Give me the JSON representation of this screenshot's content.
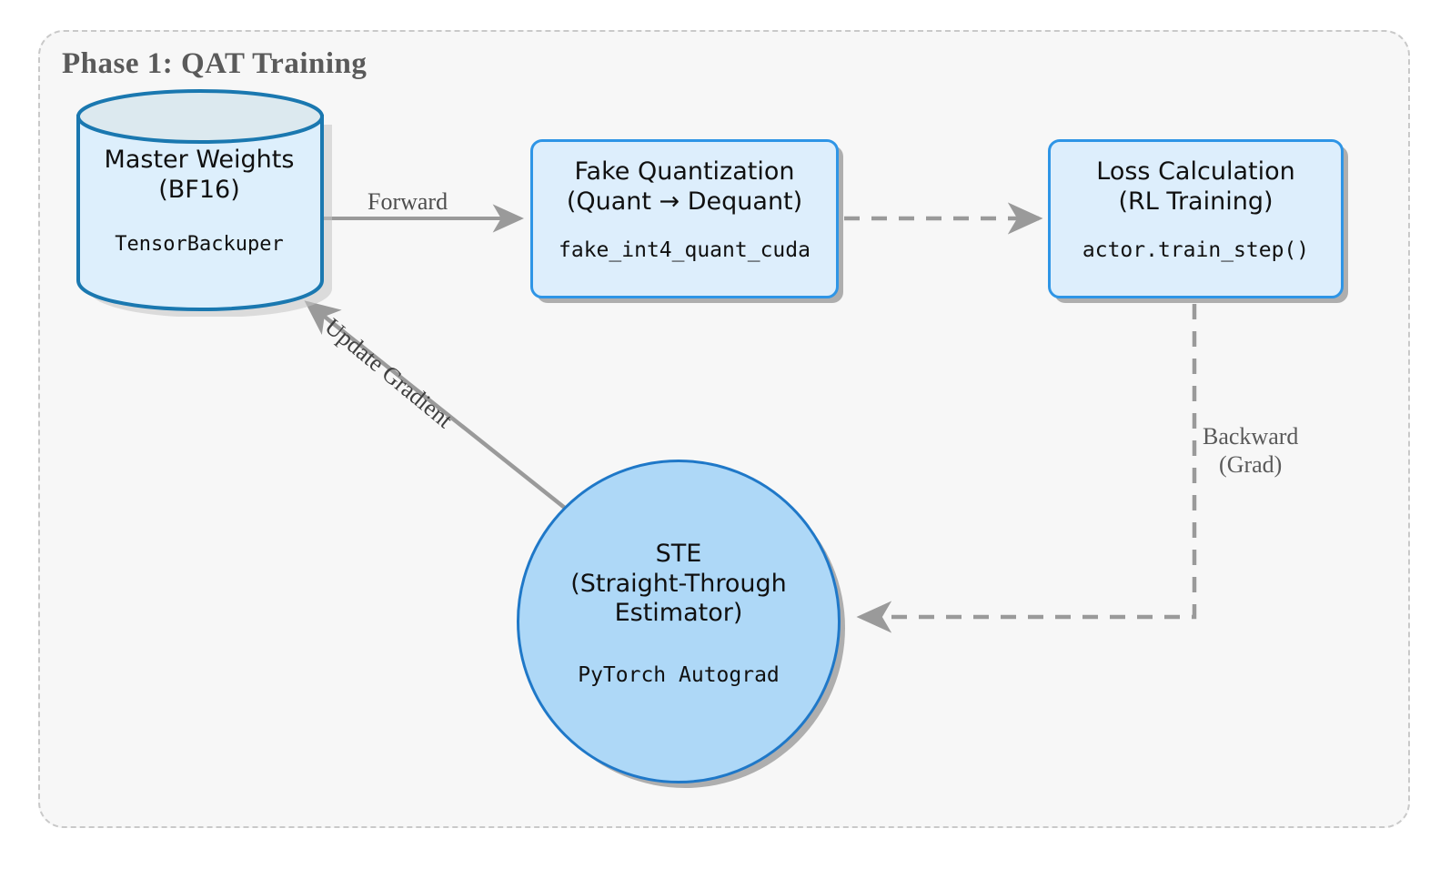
{
  "diagram": {
    "title": "Phase 1: QAT Training",
    "colors": {
      "container_fill": "#f7f7f7",
      "container_border": "#c9c9c9",
      "node_fill": "#ddeefc",
      "node_border": "#2e95e6",
      "cylinder_border": "#1a78b0",
      "cylinder_top_fill": "#dce9ef",
      "circle_fill": "#aed8f7",
      "circle_border": "#1f78c8",
      "edge": "#989898",
      "title_text": "#5a5a5a",
      "node_text": "#101010"
    },
    "nodes": [
      {
        "id": "master-weights",
        "shape": "cylinder",
        "title": "Master Weights\n(BF16)",
        "code": "TensorBackuper"
      },
      {
        "id": "fake-quantization",
        "shape": "rounded-rect",
        "title": "Fake Quantization\n(Quant → Dequant)",
        "code": "fake_int4_quant_cuda"
      },
      {
        "id": "loss-calculation",
        "shape": "rounded-rect",
        "title": "Loss Calculation\n(RL Training)",
        "code": "actor.train_step()"
      },
      {
        "id": "ste",
        "shape": "circle",
        "title": "STE\n(Straight-Through\nEstimator)",
        "code": "PyTorch Autograd"
      }
    ],
    "edges": [
      {
        "id": "forward",
        "from": "master-weights",
        "to": "fake-quantization",
        "label": "Forward",
        "style": "solid"
      },
      {
        "id": "fwd-to-loss",
        "from": "fake-quantization",
        "to": "loss-calculation",
        "label": "",
        "style": "dashed"
      },
      {
        "id": "backward",
        "from": "loss-calculation",
        "to": "ste",
        "label": "Backward\n(Grad)",
        "style": "dashed"
      },
      {
        "id": "update-gradient",
        "from": "ste",
        "to": "master-weights",
        "label": "Update Gradient",
        "style": "solid"
      }
    ]
  }
}
